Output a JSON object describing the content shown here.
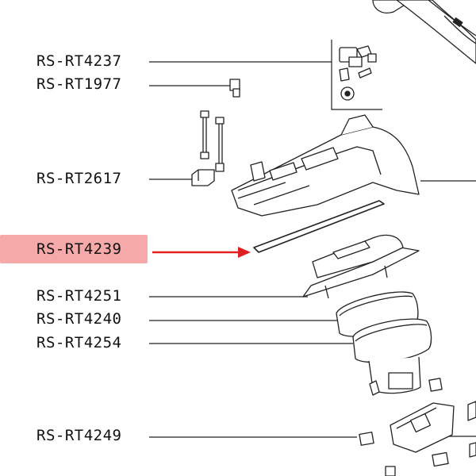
{
  "colors": {
    "highlight": "#f4a6a6",
    "arrow": "#e02020",
    "line": "#222222"
  },
  "labels": [
    {
      "id": "rs-rt4237",
      "text": "RS-RT4237"
    },
    {
      "id": "rs-rt1977",
      "text": "RS-RT1977"
    },
    {
      "id": "rs-rt2617",
      "text": "RS-RT2617"
    },
    {
      "id": "rs-rt4239",
      "text": "RS-RT4239",
      "highlighted": true
    },
    {
      "id": "rs-rt4251",
      "text": "RS-RT4251"
    },
    {
      "id": "rs-rt4240",
      "text": "RS-RT4240"
    },
    {
      "id": "rs-rt4254",
      "text": "RS-RT4254"
    },
    {
      "id": "rs-rt4249",
      "text": "RS-RT4249"
    }
  ]
}
